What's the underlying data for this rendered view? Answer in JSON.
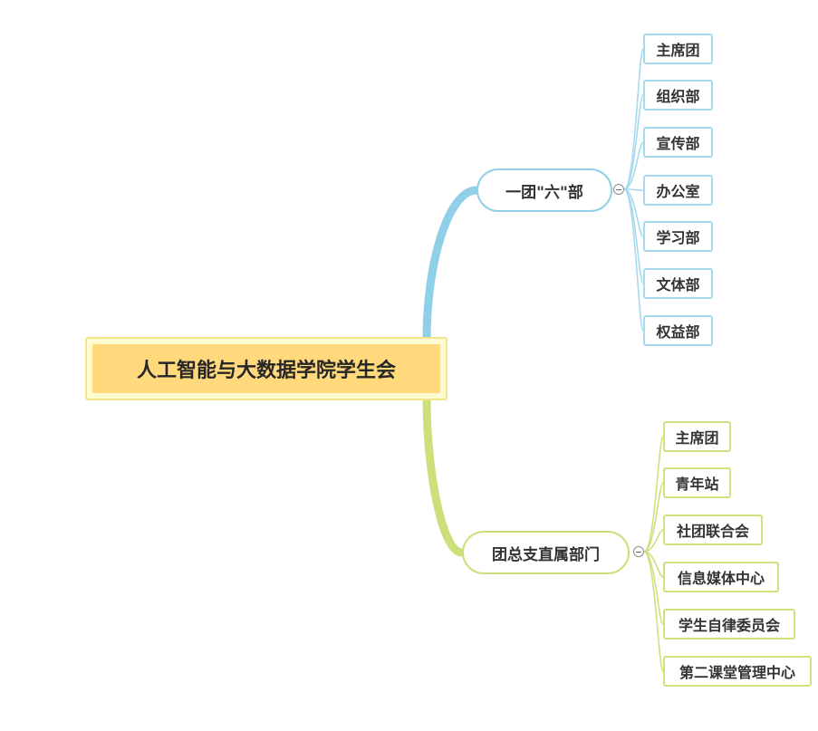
{
  "root": {
    "label": "人工智能与大数据学院学生会"
  },
  "branches": [
    {
      "label": "一团\"六\"部",
      "color": "#8fd0e8",
      "children": [
        "主席团",
        "组织部",
        "宣传部",
        "办公室",
        "学习部",
        "文体部",
        "权益部"
      ]
    },
    {
      "label": "团总支直属部门",
      "color": "#cbe07a",
      "children": [
        "主席团",
        "青年站",
        "社团联合会",
        "信息媒体中心",
        "学生自律委员会",
        "第二课堂管理中心"
      ]
    }
  ]
}
